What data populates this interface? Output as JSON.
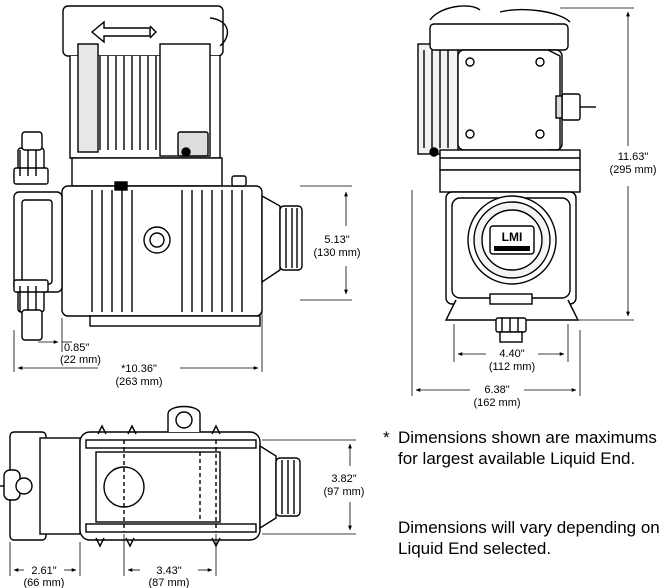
{
  "dimensions": {
    "side_flange": "0.85\"",
    "side_flange_mm": "(22 mm)",
    "side_length": "*10.36\"",
    "side_length_mm": "(263 mm)",
    "side_height": "5.13\"",
    "side_height_mm": "(130 mm)",
    "front_total_height": "11.63\"",
    "front_total_height_mm": "(295 mm)",
    "front_base_inner": "4.40\"",
    "front_base_inner_mm": "(112 mm)",
    "front_base_width": "6.38\"",
    "front_base_width_mm": "(162 mm)",
    "top_width": "3.82\"",
    "top_width_mm": "(97 mm)",
    "top_offset": "2.61\"",
    "top_offset_mm": "(66 mm)",
    "top_mount": "3.43\"",
    "top_mount_mm": "(87 mm)"
  },
  "notes": {
    "asterisk": "*",
    "note1": "Dimensions shown are maximums for largest available Liquid End.",
    "note2": "Dimensions will vary depending on Liquid End selected."
  }
}
